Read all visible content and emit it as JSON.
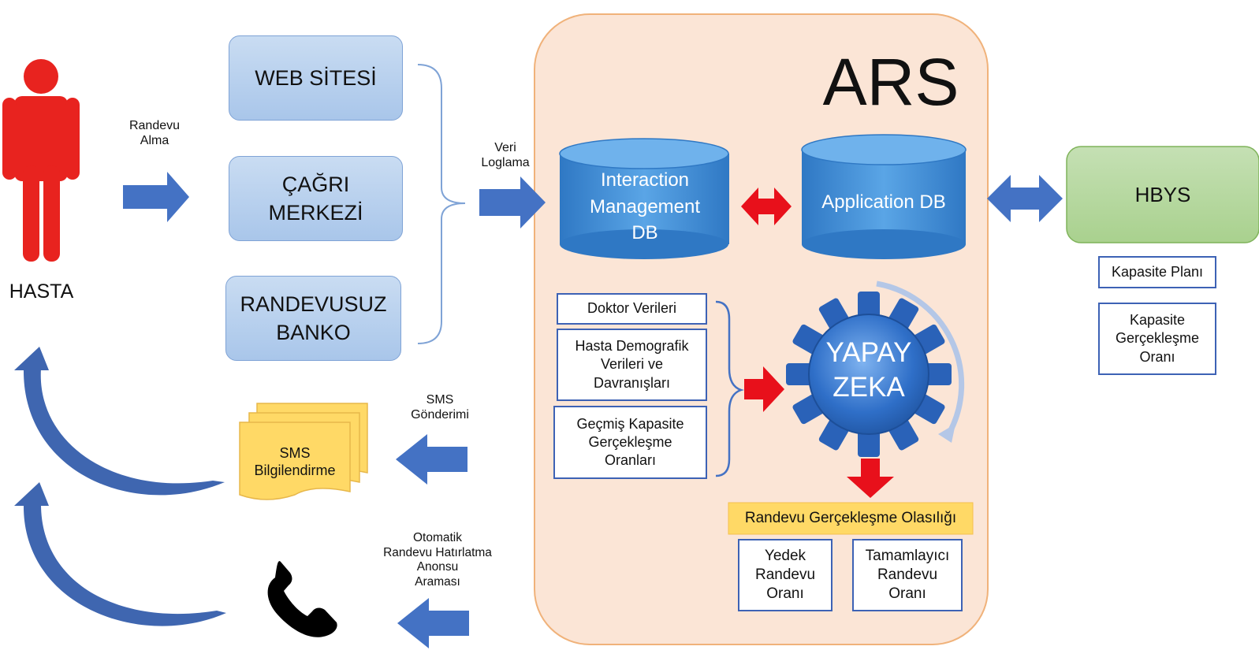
{
  "patient": {
    "label": "HASTA"
  },
  "arrow_labels": {
    "appointment": "Randevu\nAlma",
    "logging": "Veri\nLoglama",
    "sms_send": "SMS\nGönderimi",
    "auto_call": "Otomatik\nRandevu Hatırlatma\nAnonsu\nAraması"
  },
  "channels": [
    {
      "label": "WEB SİTESİ"
    },
    {
      "label": "ÇAĞRI\nMERKEZİ"
    },
    {
      "label": "RANDEVUSUZ\nBANKO"
    }
  ],
  "ars": {
    "title": "ARS",
    "interaction_db": "Interaction\nManagement\nDB",
    "application_db": "Application DB",
    "inputs": [
      {
        "label": "Doktor Verileri"
      },
      {
        "label": "Hasta Demografik\nVerileri ve\nDavranışları"
      },
      {
        "label": "Geçmiş Kapasite\nGerçekleşme\nOranları"
      }
    ],
    "ai": "YAPAY\nZEKA",
    "probability": "Randevu Gerçekleşme Olasılığı",
    "outputs": [
      {
        "label": "Yedek\nRandevu\nOranı"
      },
      {
        "label": "Tamamlayıcı\nRandevu\nOranı"
      }
    ]
  },
  "hbys": {
    "label": "HBYS",
    "items": [
      {
        "label": "Kapasite Planı"
      },
      {
        "label": "Kapasite\nGerçekleşme\nOranı"
      }
    ]
  },
  "sms": {
    "label": "SMS\nBilgilendirme"
  },
  "colors": {
    "patient": "#e8231f",
    "arrow_blue": "#4472c4",
    "arrow_red": "#e8101b",
    "ars_bg": "#fbe5d6",
    "ars_border": "#f0b27a",
    "db": "#3f8fd6",
    "hbys": "#a9d18e",
    "sms": "#ffd966"
  },
  "icons": {
    "patient": "person-icon",
    "phone": "phone-icon",
    "gear": "gear-icon"
  }
}
